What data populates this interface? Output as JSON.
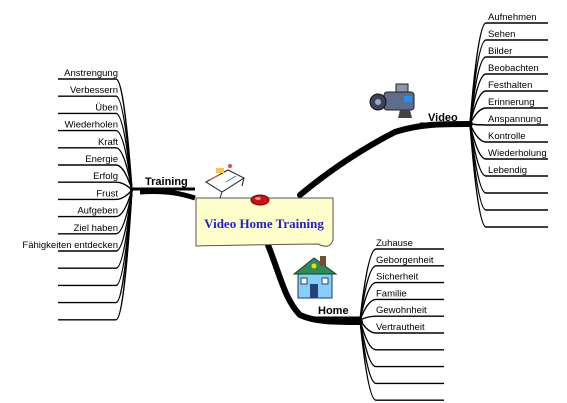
{
  "central": {
    "title": "Video Home Training"
  },
  "branches": {
    "training": {
      "label": "Training",
      "items": [
        "Anstrengung",
        "Verbessern",
        "Üben",
        "Wiederholen",
        "Kraft",
        "Energie",
        "Erfolg",
        "Frust",
        "Aufgeben",
        "Ziel haben",
        "Fähigkeiten entdecken",
        "",
        "",
        "",
        ""
      ]
    },
    "video": {
      "label": "Video",
      "items": [
        "Aufnehmen",
        "Sehen",
        "Bilder",
        "Beobachten",
        "Festhalten",
        "Erinnerung",
        "Anspannung",
        "Kontrolle",
        "Wiederholung",
        "Lebendig",
        "",
        "",
        ""
      ]
    },
    "home": {
      "label": "Home",
      "items": [
        "Zuhause",
        "Geborgenheit",
        "Sicherheit",
        "Familie",
        "Gewohnheit",
        "Vertrautheit",
        "",
        "",
        "",
        ""
      ]
    }
  },
  "icons": {
    "training": "sketch-pad-icon",
    "video": "video-camera-icon",
    "home": "house-icon",
    "central": "red-pin-icon"
  },
  "colors": {
    "central_fill": "#ffffcc",
    "central_text": "#1f1fd0",
    "lines": "#000000",
    "pin": "#cc1111",
    "house_roof": "#2e8b57",
    "house_wall": "#87cefa"
  }
}
